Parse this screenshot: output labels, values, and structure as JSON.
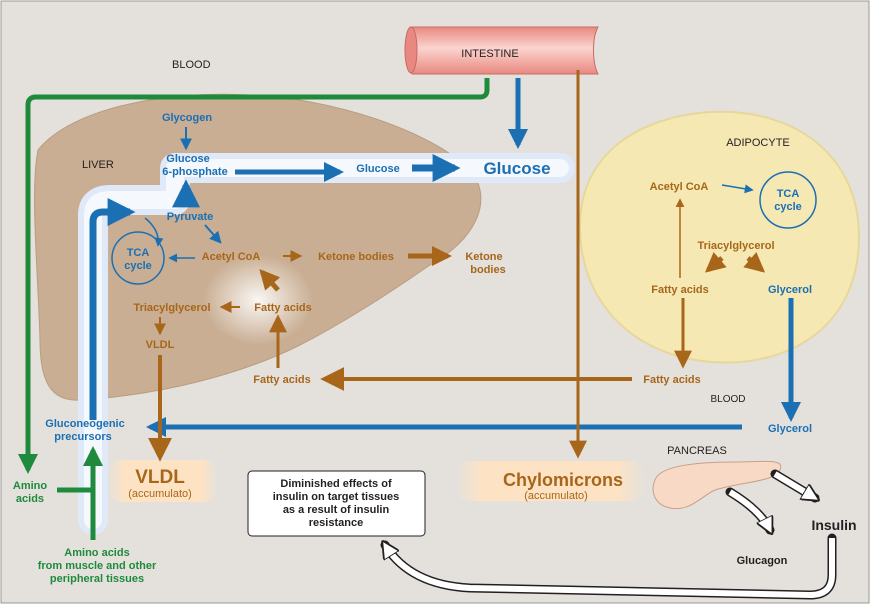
{
  "labels": {
    "blood_top": "BLOOD",
    "intestine": "INTESTINE",
    "liver": "LIVER",
    "glycogen": "Glycogen",
    "glucose6p_1": "Glucose",
    "glucose6p_2": "6-phosphate",
    "glucose_small": "Glucose",
    "glucose_big": "Glucose",
    "pyruvate": "Pyruvate",
    "tca_liver_1": "TCA",
    "tca_liver_2": "cycle",
    "acetyl_coa_liver": "Acetyl CoA",
    "ketone_bodies_liver": "Ketone bodies",
    "ketone_bodies_out_1": "Ketone",
    "ketone_bodies_out_2": "bodies",
    "triacylglycerol_liver": "Triacylglycerol",
    "fatty_acids_liver": "Fatty acids",
    "vldl_liver": "VLDL",
    "fatty_acids_blood": "Fatty acids",
    "gluconeogenic_1": "Gluconeogenic",
    "gluconeogenic_2": "precursors",
    "amino_acids_left_1": "Amino",
    "amino_acids_left_2": "acids",
    "vldl_big": "VLDL",
    "vldl_accum": "(accumulato)",
    "diminished_1": "Diminished effects of",
    "diminished_2": "insulin on target tissues",
    "diminished_3": "as a result of insulin",
    "diminished_4": "resistance",
    "chylomicrons": "Chylomicrons",
    "chylo_accum": "(accumulato)",
    "pancreas": "PANCREAS",
    "insulin": "Insulin",
    "glucagon": "Glucagon",
    "amino_bottom_1": "Amino acids",
    "amino_bottom_2": "from muscle and other",
    "amino_bottom_3": "peripheral tissues",
    "adipocyte": "ADIPOCYTE",
    "acetyl_coa_adipo": "Acetyl CoA",
    "tca_adipo_1": "TCA",
    "tca_adipo_2": "cycle",
    "triacylglycerol_adipo": "Triacylglycerol",
    "fatty_acids_adipo": "Fatty acids",
    "glycerol_adipo": "Glycerol",
    "fatty_acids_out": "Fatty acids",
    "blood_right": "BLOOD",
    "glycerol_blood": "Glycerol"
  },
  "colors": {
    "background": "#e4e1dc",
    "liver": "#c9ae93",
    "adipocyte": "#f5e8b3",
    "blue": "#1b6fb3",
    "brown": "#a8661a",
    "green": "#1f8a3c",
    "intestine": "#f3a8a3"
  }
}
